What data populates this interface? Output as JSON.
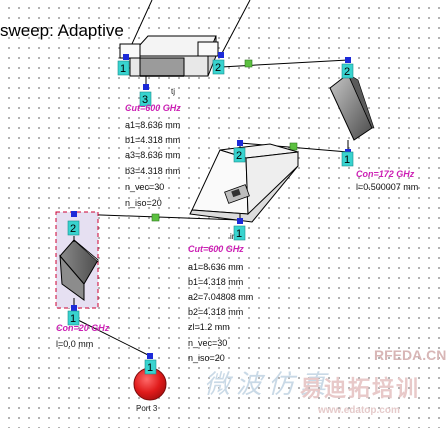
{
  "title": "sweep: Adaptive",
  "components": {
    "tj": {
      "label": "tj",
      "ports": [
        "1",
        "2",
        "3"
      ],
      "params": {
        "cut": "Cut=600 GHz",
        "a1": "a1=8.636 mm",
        "b1": "b1=4.318 mm",
        "a3": "a3=8.636 mm",
        "b3": "b3=4.318 mm",
        "n_vec": "n_vec=30",
        "n_iso": "n_iso=20"
      }
    },
    "con_right": {
      "ports": [
        "2",
        "1"
      ],
      "params": {
        "con": "Con=172 GHz",
        "l": "l=0.500007 mm"
      }
    },
    "iris": {
      "label": "ir",
      "ports": [
        "2",
        "1"
      ],
      "params": {
        "cut": "Cut=600 GHz",
        "a1": "a1=8.636 mm",
        "b1": "b1=4.318 mm",
        "a2": "a2=7.04808 mm",
        "b2": "b2=4.318 mm",
        "zl": "zl=1.2 mm",
        "n_vec": "n_vec=30",
        "n_iso": "n_iso=20"
      }
    },
    "con_left": {
      "ports": [
        "2",
        "1"
      ],
      "params": {
        "con": "Con=20 GHz",
        "l": "l=0.0 mm"
      }
    },
    "port3": {
      "pin": "1",
      "label": "Port 3"
    }
  },
  "watermark": {
    "brand_cn": "微波仿真",
    "training_cn": "易迪拓培训",
    "site": "RFEDA.CN",
    "url": "www.edatop.com"
  },
  "colors": {
    "wire": "#000000",
    "port_pad": "#1c2ad8",
    "pin_fill": "#38d3cf",
    "junction": "#5cc040",
    "label_magenta": "#cc1fb4",
    "port_red": "#e01b1b",
    "selection": "#cc0033"
  }
}
